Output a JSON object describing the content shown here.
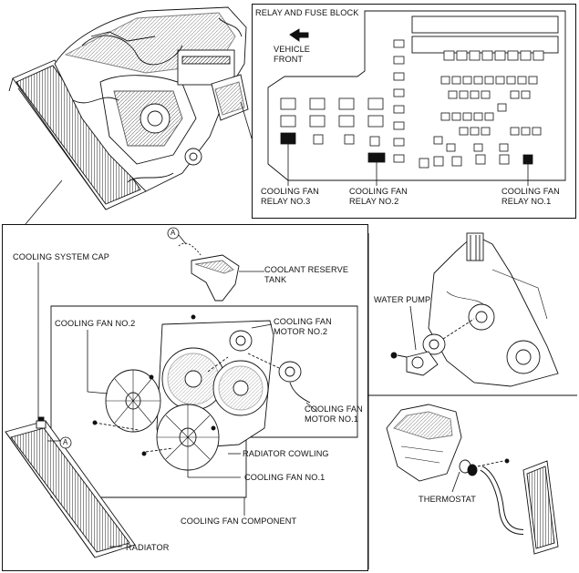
{
  "relay_block": {
    "title": "RELAY AND FUSE BLOCK",
    "vehicle_front": [
      "VEHICLE",
      "FRONT"
    ],
    "relay3": [
      "COOLING FAN",
      "RELAY NO.3"
    ],
    "relay2": [
      "COOLING FAN",
      "RELAY NO.2"
    ],
    "relay1": [
      "COOLING FAN",
      "RELAY NO.1"
    ]
  },
  "fan_assembly": {
    "cooling_system_cap": "COOLING SYSTEM CAP",
    "coolant_reserve_tank": [
      "COOLANT RESERVE",
      "TANK"
    ],
    "ref_a": "A",
    "cooling_fan_no2": "COOLING FAN NO.2",
    "cooling_fan_motor_no2": [
      "COOLING FAN",
      "MOTOR NO.2"
    ],
    "cooling_fan_motor_no1": [
      "COOLING FAN",
      "MOTOR NO.1"
    ],
    "radiator_cowling": "RADIATOR COWLING",
    "cooling_fan_no1": "COOLING FAN NO.1",
    "cooling_fan_component": "COOLING FAN COMPONENT",
    "radiator": "RADIATOR"
  },
  "water_pump": {
    "label": "WATER PUMP"
  },
  "thermostat": {
    "label": "THERMOSTAT"
  }
}
